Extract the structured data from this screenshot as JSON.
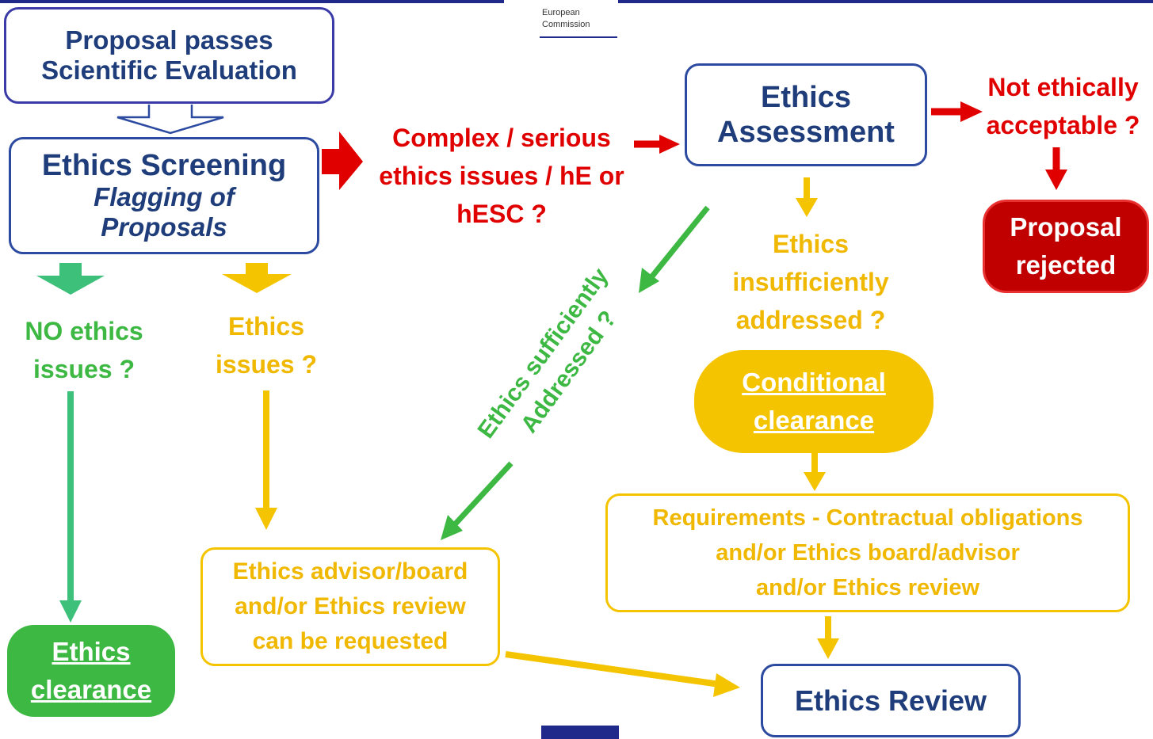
{
  "logo": {
    "line1": "European",
    "line2": "Commission"
  },
  "nodes": {
    "scientific_evaluation": {
      "line1": "Proposal passes",
      "line2": "Scientific Evaluation"
    },
    "ethics_screening": {
      "title": "Ethics Screening",
      "sub1": "Flagging of",
      "sub2": "Proposals"
    },
    "ethics_assessment": {
      "line1": "Ethics",
      "line2": "Assessment"
    },
    "proposal_rejected": {
      "line1": "Proposal",
      "line2": "rejected"
    },
    "conditional_clearance": {
      "line1": "Conditional",
      "line2": "clearance"
    },
    "requirements": {
      "line1": "Requirements - Contractual obligations",
      "line2": "and/or Ethics board/advisor",
      "line3": "and/or Ethics review"
    },
    "advisor_board": {
      "line1": "Ethics advisor/board",
      "line2": "and/or Ethics review",
      "line3": "can be requested"
    },
    "ethics_clearance": {
      "line1": "Ethics",
      "line2": "clearance"
    },
    "ethics_review": {
      "label": "Ethics Review"
    }
  },
  "labels": {
    "complex": {
      "line1": "Complex / serious",
      "line2": "ethics issues / hE or",
      "line3": "hESC ?"
    },
    "not_acceptable": {
      "line1": "Not ethically",
      "line2": "acceptable ?"
    },
    "insufficient": {
      "line1": "Ethics",
      "line2": "insufficiently",
      "line3": "addressed ?"
    },
    "no_issues": {
      "line1": "NO ethics",
      "line2": "issues ?"
    },
    "issues": {
      "line1": "Ethics",
      "line2": "issues ?"
    },
    "sufficient": {
      "line1": "Ethics sufficiently",
      "line2": "Addressed ?"
    }
  },
  "colors": {
    "blue": "#2b4aa0",
    "red": "#e00000",
    "dark_red": "#c00000",
    "yellow": "#f5c400",
    "green": "#3cb843",
    "navy": "#1f2a8a"
  }
}
